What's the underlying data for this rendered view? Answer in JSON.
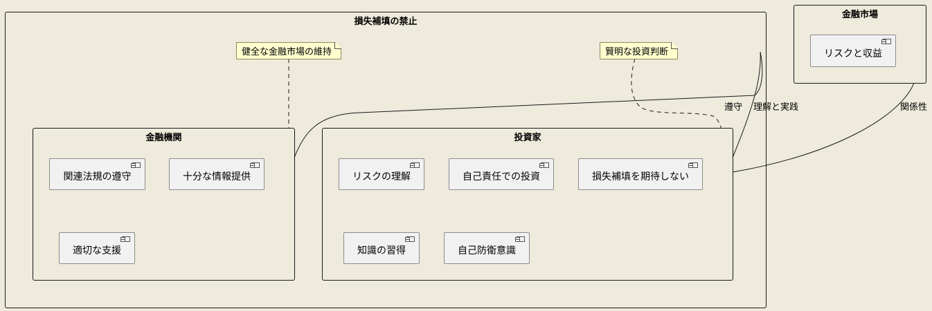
{
  "packages": {
    "outer": {
      "title": "損失補填の禁止"
    },
    "market": {
      "title": "金融市場",
      "components": [
        "リスクと収益"
      ]
    },
    "institution": {
      "title": "金融機関",
      "components": [
        "関連法規の遵守",
        "十分な情報提供",
        "適切な支援"
      ]
    },
    "investor": {
      "title": "投資家",
      "components": [
        "リスクの理解",
        "自己責任での投資",
        "損失補填を期待しない",
        "知識の習得",
        "自己防衛意識"
      ]
    }
  },
  "notes": [
    "健全な金融市場の維持",
    "賢明な投資判断"
  ],
  "edges": {
    "compliance": "遵守",
    "practice": "理解と実践",
    "relation": "関係性"
  }
}
